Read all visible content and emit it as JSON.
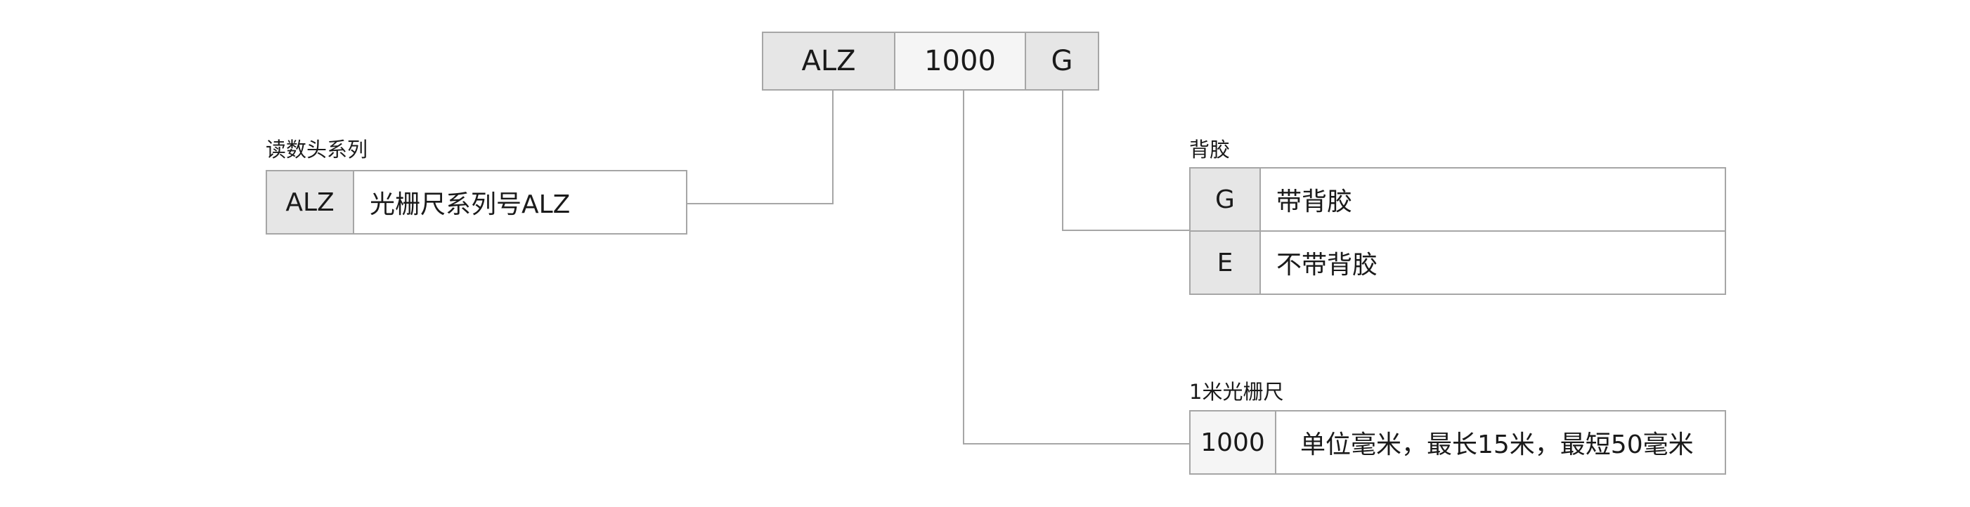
{
  "model_code": {
    "parts": [
      {
        "code": "ALZ"
      },
      {
        "code": "1000"
      },
      {
        "code": "G"
      }
    ]
  },
  "groups": {
    "reader_series": {
      "title": "读数头系列",
      "rows": [
        {
          "code": "ALZ",
          "desc": "光栅尺系列号ALZ"
        }
      ]
    },
    "backing": {
      "title": "背胶",
      "rows": [
        {
          "code": "G",
          "desc": "带背胶"
        },
        {
          "code": "E",
          "desc": "不带背胶"
        }
      ]
    },
    "length": {
      "title": "1米光栅尺",
      "rows": [
        {
          "code": "1000",
          "desc": "单位毫米，最长15米，最短50毫米"
        }
      ]
    }
  },
  "colors": {
    "border": "#a6a6a6",
    "cell_dark": "#e6e6e6",
    "cell_light": "#f5f5f5",
    "connector": "#a6a6a6"
  }
}
